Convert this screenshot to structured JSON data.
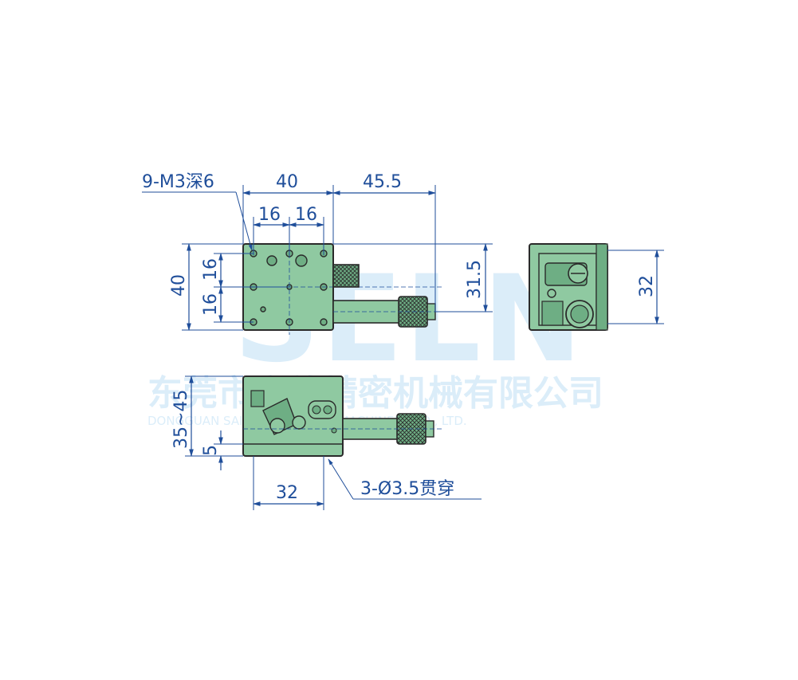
{
  "watermark": {
    "logo": "SELN",
    "company_cn": "东莞市赛伦精密机械有限公司",
    "company_en": "DONGGUAN SAILUN PRECISION MACHINERY CO., LTD.",
    "color": "#bfe0f5"
  },
  "colors": {
    "dimension": "#1f4e9a",
    "body_fill": "#8fc9a1",
    "body_dark": "#6eae84",
    "outline": "#2a2a2a"
  },
  "top_view": {
    "callout_holes": "9-M3深6",
    "dim_width": "40",
    "dim_micrometer_length": "45.5",
    "dim_hole_pitch_x1": "16",
    "dim_hole_pitch_x2": "16",
    "dim_height": "40",
    "dim_hole_pitch_y1": "16",
    "dim_hole_pitch_y2": "16",
    "dim_micrometer_offset": "31.5"
  },
  "side_view": {
    "dim_height": "32"
  },
  "front_view": {
    "dim_height_range": "35~45",
    "dim_base_height": "5",
    "dim_hole_pitch": "32",
    "callout_through_holes": "3-Ø3.5贯穿"
  }
}
